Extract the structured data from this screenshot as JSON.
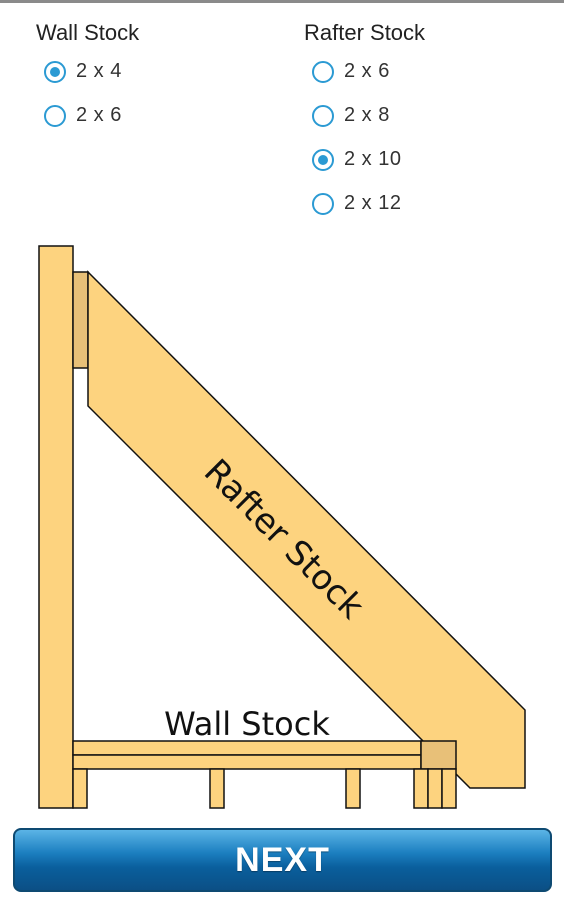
{
  "wall_stock": {
    "label": "Wall Stock",
    "options": [
      {
        "label": "2 x 4",
        "checked": true
      },
      {
        "label": "2 x 6",
        "checked": false
      }
    ]
  },
  "rafter_stock": {
    "label": "Rafter Stock",
    "options": [
      {
        "label": "2 x 6",
        "checked": false
      },
      {
        "label": "2 x 8",
        "checked": false
      },
      {
        "label": "2 x 10",
        "checked": true
      },
      {
        "label": "2 x 12",
        "checked": false
      }
    ]
  },
  "diagram": {
    "rafter_label": "Rafter Stock",
    "wall_label": "Wall Stock",
    "wood_color": "#fdd37f",
    "wood_dark_color": "#e8c078",
    "line_color": "#111111"
  },
  "next_button": {
    "label": "NEXT"
  },
  "colors": {
    "accent": "#2b9ad3",
    "button": "#1c7fc0"
  }
}
